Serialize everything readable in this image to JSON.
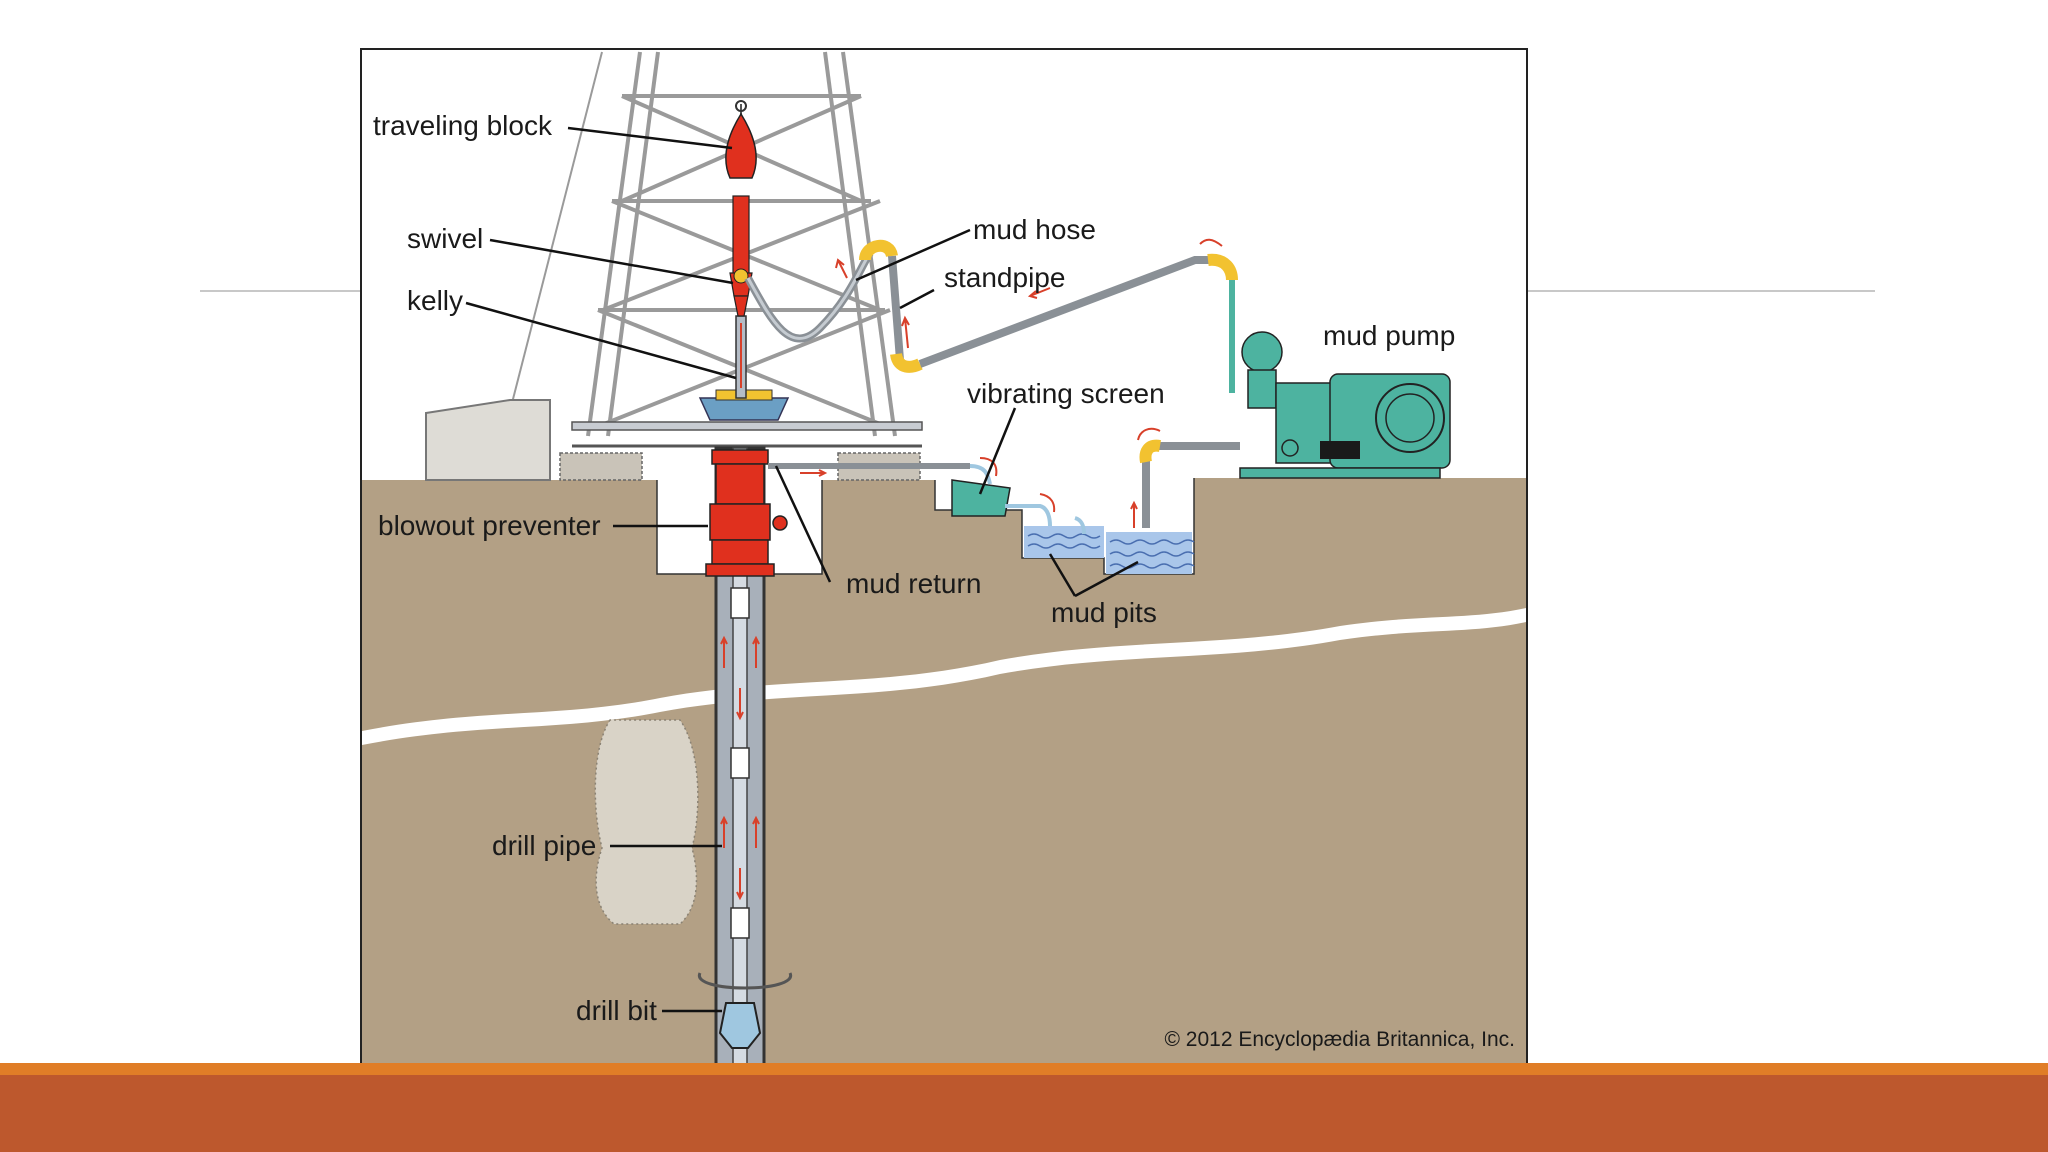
{
  "labels": {
    "traveling_block": "traveling block",
    "swivel": "swivel",
    "kelly": "kelly",
    "mud_hose": "mud hose",
    "standpipe": "standpipe",
    "mud_pump": "mud pump",
    "vibrating_screen": "vibrating screen",
    "blowout_preventer": "blowout preventer",
    "mud_return": "mud return",
    "mud_pits": "mud pits",
    "drill_pipe": "drill pipe",
    "drill_bit": "drill bit"
  },
  "copyright": "© 2012 Encyclopædia Britannica, Inc.",
  "colors": {
    "ground": "#b3a085",
    "equipment_red": "#e0301e",
    "pump_teal": "#4db3a0",
    "hose_yellow": "#f2c230",
    "water": "#a9c6ea",
    "footer_stripe": "#e07d27",
    "footer_bar": "#bd582d"
  }
}
